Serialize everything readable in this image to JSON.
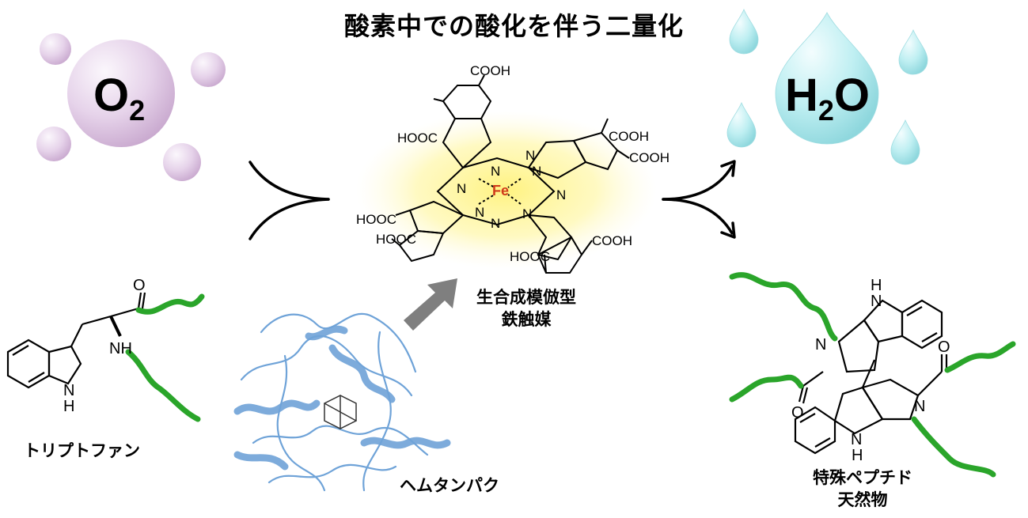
{
  "title": "酸素中での酸化を伴う二量化",
  "oxygen": {
    "main": "O",
    "sub": "2"
  },
  "water": {
    "left": "H",
    "sub": "2",
    "right": "O"
  },
  "catalyst": {
    "metal": "Fe",
    "n_label": "N",
    "carboxyl_right": "COOH",
    "carboxyl_left": "HOOC",
    "name_line1": "生合成模倣型",
    "name_line2": "鉄触媒"
  },
  "tryptophan": {
    "label": "トリプトファン",
    "nh": "NH",
    "ring_nh": "N\nH",
    "o": "O"
  },
  "heme_protein": {
    "label": "ヘムタンパク"
  },
  "product": {
    "label_line1": "特殊ペプチド",
    "label_line2": "天然物",
    "n": "N",
    "h": "H",
    "o": "O"
  },
  "colors": {
    "oxygen_sphere": "#e6d3ea",
    "water_drop": "#bfeff2",
    "catalyst_glow": "#fff27a",
    "peptide_green": "#2aa52a",
    "protein_blue": "#6fa3d8",
    "arrow_gray": "#7f7f7f",
    "iron_red": "#d03a1a"
  }
}
